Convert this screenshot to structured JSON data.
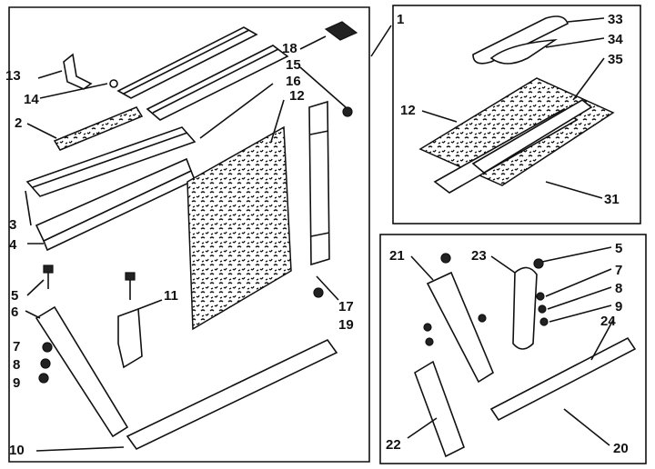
{
  "diagram": {
    "callouts": [
      "1",
      "2",
      "3",
      "4",
      "5",
      "6",
      "7",
      "8",
      "9",
      "10",
      "11",
      "12",
      "13",
      "14",
      "15",
      "16",
      "17",
      "18",
      "19"
    ],
    "inset_kit": {
      "callouts": [
        "12",
        "31",
        "33",
        "34",
        "35"
      ]
    },
    "inset_mount": {
      "callouts": [
        "5",
        "7",
        "8",
        "9",
        "20",
        "21",
        "22",
        "23",
        "24"
      ]
    }
  }
}
